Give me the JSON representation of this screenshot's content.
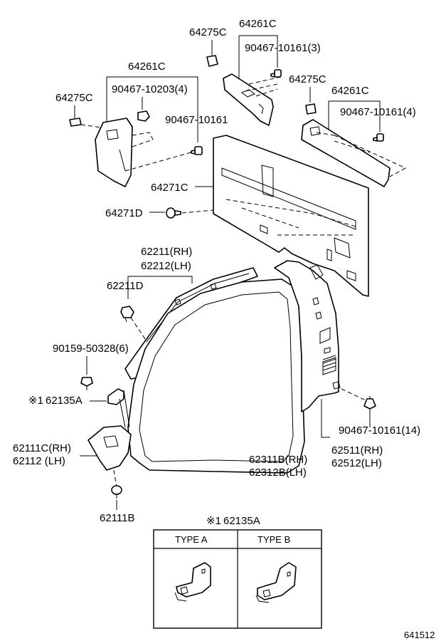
{
  "labels": {
    "l_64275C_top": "64275C",
    "l_64261C_top": "64261C",
    "l_90467_10161_3": "90467-10161(3)",
    "l_64261C_left": "64261C",
    "l_90467_10203_4": "90467-10203(4)",
    "l_64275C_left": "64275C",
    "l_90467_10161": "90467-10161",
    "l_64275C_right": "64275C",
    "l_64261C_right": "64261C",
    "l_90467_10161_4": "90467-10161(4)",
    "l_64271C": "64271C",
    "l_64271D": "64271D",
    "l_62211_rh": "62211(RH)",
    "l_62212_lh": "62212(LH)",
    "l_62211D": "62211D",
    "l_90159_50328_6": "90159-50328(6)",
    "l_62135A_mark": "※1",
    "l_62135A": "62135A",
    "l_62111C_rh": "62111C(RH)",
    "l_62112_lh": "62112 (LH)",
    "l_62111B": "62111B",
    "l_62311B_rh": "62311B(RH)",
    "l_62312B_lh": "62312B(LH)",
    "l_90467_10161_14": "90467-10161(14)",
    "l_62511_rh": "62511(RH)",
    "l_62512_lh": "62512(LH)"
  },
  "inset": {
    "mark": "※1",
    "title": "62135A",
    "type_a": "TYPE  A",
    "type_b": "TYPE  B"
  },
  "diagram_number": "641512"
}
